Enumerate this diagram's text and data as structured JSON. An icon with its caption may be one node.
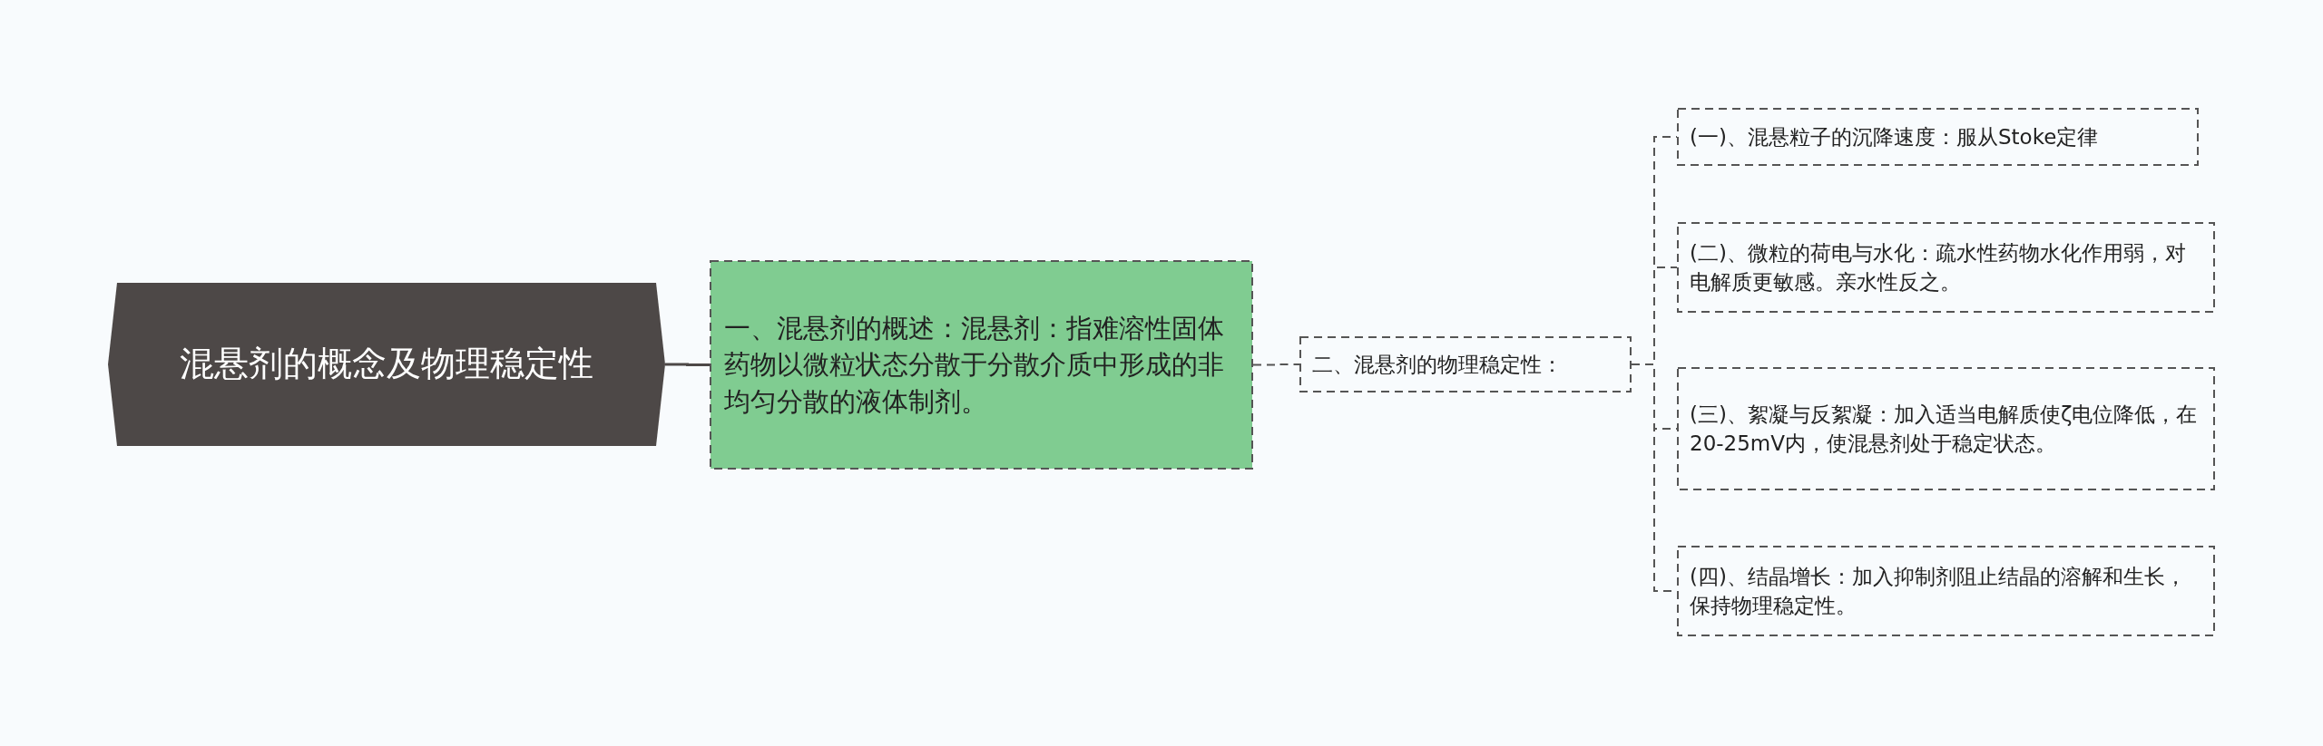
{
  "diagram": {
    "nodes": [
      {
        "text": [
          "混悬剂的概念及物理稳定性"
        ]
      },
      {
        "text": [
          "一、混悬剂的概述：混悬剂：指难溶性固体药物以微粒状态分散于分散介质中形成的非均匀分散的液体制剂。"
        ]
      },
      {
        "text": [
          "二、混悬剂的物理稳定性："
        ]
      },
      {
        "text": [
          "(一)、混悬粒子的沉降速度：服从Stoke定律"
        ]
      },
      {
        "text": [
          "(二)、微粒的荷电与水化：疏水性药物水化作用弱，对电解质更敏感。亲水性反之。"
        ]
      },
      {
        "text": [
          "(三)、絮凝与反絮凝：加入适当电解质使ζ电位降低，在20-25mV内，使混悬剂处于稳定状态。"
        ]
      },
      {
        "text": [
          "(四)、结晶增长：加入抑制剂阻止结晶的溶解和生长，保持物理稳定性。"
        ]
      }
    ],
    "edges": [
      {
        "from": 0,
        "to": 1,
        "arrow": "none"
      },
      {
        "from": 1,
        "to": 2,
        "arrow": "none",
        "style": "dashed"
      },
      {
        "from": 2,
        "to": 3,
        "arrow": "none",
        "style": "dashed"
      },
      {
        "from": 2,
        "to": 4,
        "arrow": "none",
        "style": "dashed"
      },
      {
        "from": 2,
        "to": 5,
        "arrow": "none",
        "style": "dashed"
      },
      {
        "from": 2,
        "to": 6,
        "arrow": "none",
        "style": "dashed"
      }
    ]
  }
}
